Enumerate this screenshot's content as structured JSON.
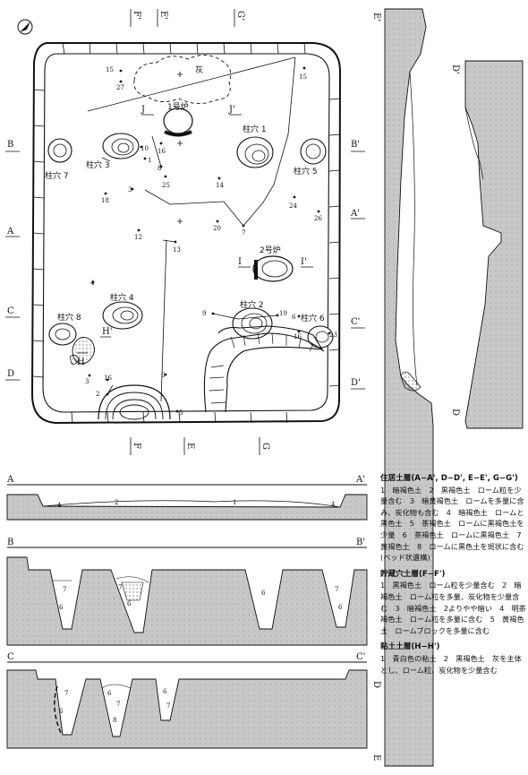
{
  "plan": {
    "section_marks": {
      "A": "A",
      "A_prime": "A'",
      "B": "B",
      "B_prime": "B'",
      "C": "C",
      "C_prime": "C'",
      "D": "D",
      "D_prime": "D'",
      "E": "E",
      "E_prime": "E'",
      "F": "F",
      "F_prime": "F'",
      "G": "G",
      "G_prime": "G'",
      "H": "H",
      "H_prime": "H'",
      "I": "I",
      "I_prime": "I'",
      "J": "J",
      "J_prime": "J'"
    },
    "features": {
      "ash": "灰",
      "hearth_1": "1号炉",
      "hearth_2": "2号炉",
      "pillar_1": "柱穴 1",
      "pillar_2": "柱穴 2",
      "pillar_3": "柱穴 3",
      "pillar_4": "柱穴 4",
      "pillar_5": "柱穴 5",
      "pillar_6": "柱穴 6",
      "pillar_7": "柱穴 7",
      "pillar_8": "柱穴 8"
    },
    "find_numbers": [
      "15",
      "27",
      "15",
      "10",
      "16",
      "1",
      "8",
      "25",
      "14",
      "18",
      "3",
      "24",
      "26",
      "12",
      "20",
      "7",
      "13",
      "4",
      "9",
      "19",
      "6",
      "16",
      "23",
      "3",
      "16",
      "2",
      "6",
      "5"
    ]
  },
  "sections": {
    "A": "A",
    "A_prime": "A'",
    "B": "B",
    "B_prime": "B'",
    "C": "C",
    "C_prime": "C'"
  },
  "legend": {
    "dwelling": {
      "title": "住居土層(A−A', D−D', E−E', G−G')",
      "text": "1　暗褐色土　2　黒褐色土　ローム粒を少量含む　3　暗黄褐色土　ロームを多量に含み、炭化物も含む　4　暗褐色土　ロームと黒色土　5　茶褐色土　ロームに黒褐色土を少量　6　茶褐色土　ロームに黒褐色土　7　黄褐色土　8　ロームに黒色土を斑状に含む(ベッド状遺構)"
    },
    "storage": {
      "title": "貯蔵穴土層(F−F')",
      "text": "1　黒褐色土　ローム粒を少量含む　2　暗褐色土　ローム粒を多量、炭化物を少量含む　3　暗褐色土　2よりやや暗い　4　明茶褐色土　ローム粒を多量に含む　5　黄褐色土　ロームブロックを多量に含む"
    },
    "clay": {
      "title": "粘土土層(H−H')",
      "text": "1　青白色の粘土　2　黒褐色土　灰を主体とし、ローム粒、炭化物を少量含む"
    }
  }
}
